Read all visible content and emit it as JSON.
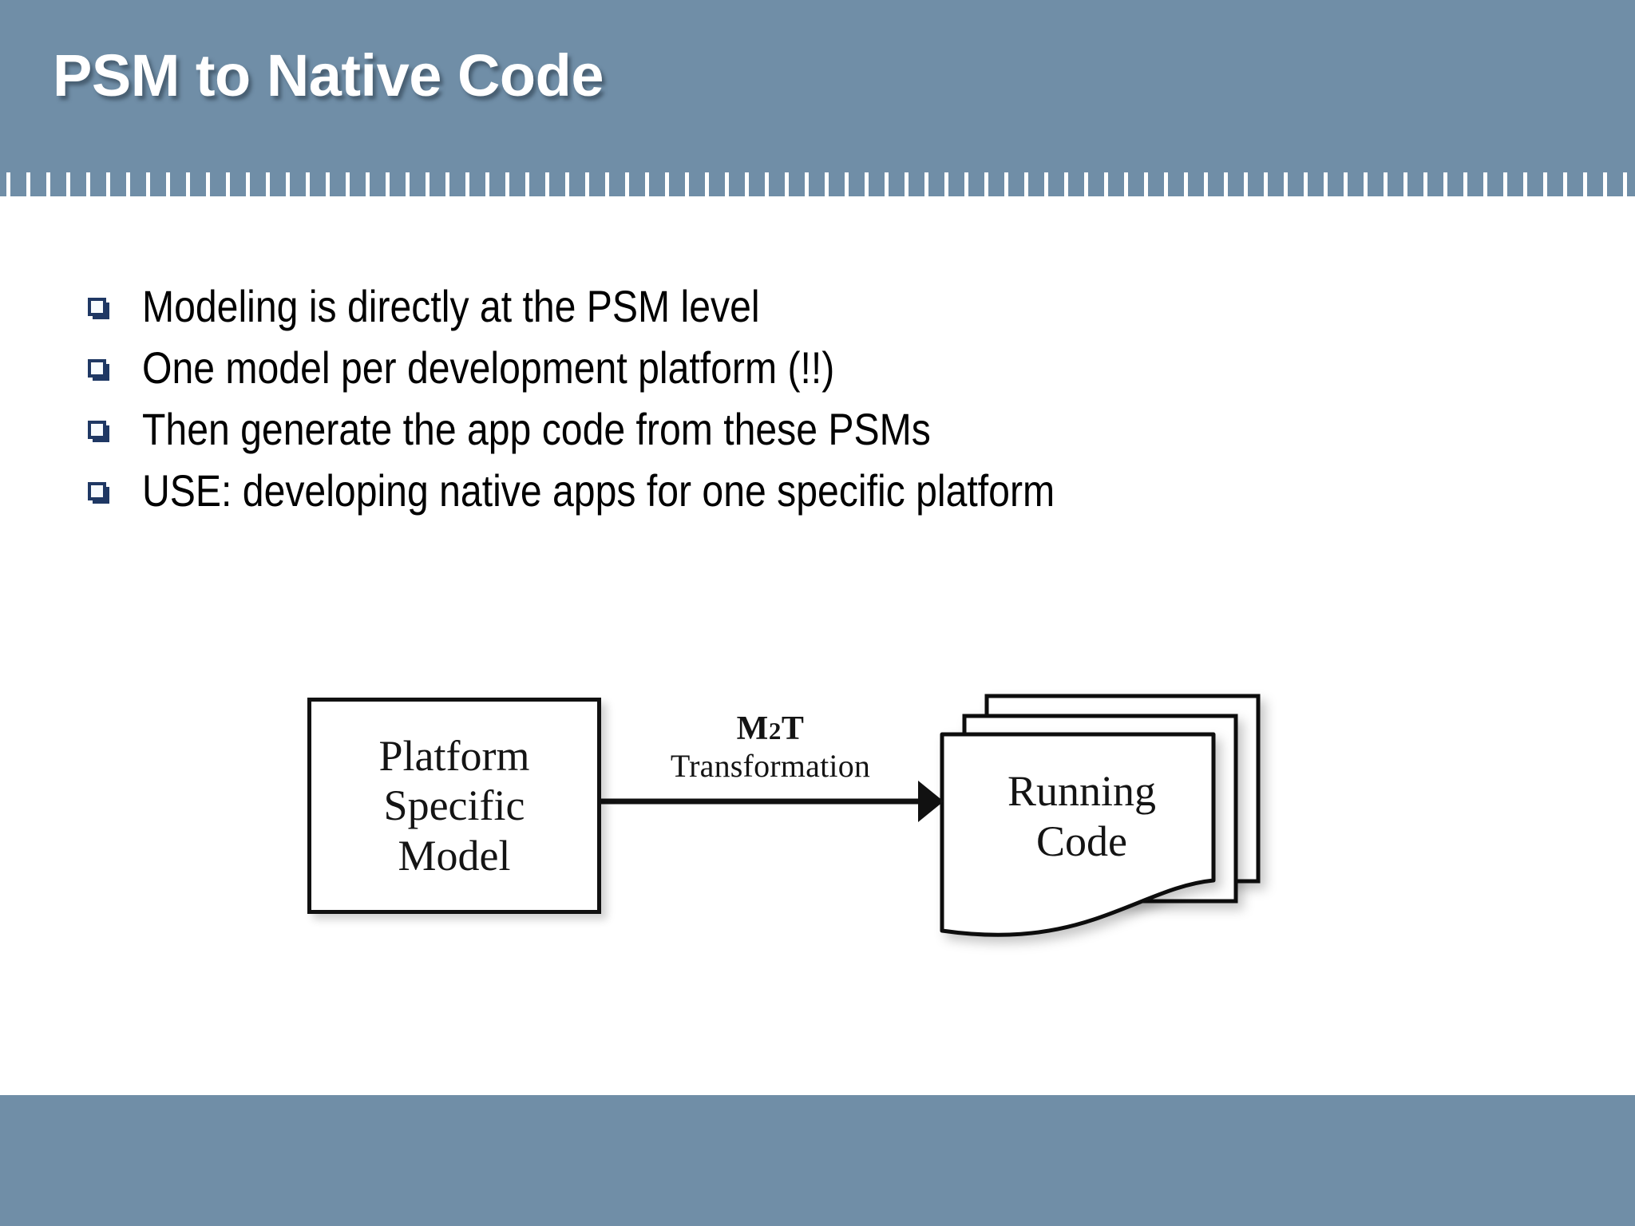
{
  "slide": {
    "title": "PSM to Native Code",
    "colors": {
      "band_blue": "#708ea7",
      "background": "#ffffff",
      "bullet_navy": "#1f3864",
      "diagram_stroke": "#111111",
      "text_black": "#000000"
    }
  },
  "bullets": [
    {
      "marker": "square-bullet-icon",
      "text": "Modeling is directly at the PSM level"
    },
    {
      "marker": "square-bullet-icon",
      "text": "One model per development platform (!!)"
    },
    {
      "marker": "square-bullet-icon",
      "text": "Then generate the app code from these PSMs"
    },
    {
      "marker": "square-bullet-icon",
      "text": "USE: developing native apps for one specific platform"
    }
  ],
  "diagram": {
    "source_box": {
      "line1": "Platform",
      "line2": "Specific",
      "line3": "Model"
    },
    "arrow_label": {
      "line1_prefix": "M",
      "line1_sub": "2",
      "line1_suffix": "T",
      "line2": "Transformation"
    },
    "target_stack": {
      "line1": "Running",
      "line2": "Code"
    }
  }
}
